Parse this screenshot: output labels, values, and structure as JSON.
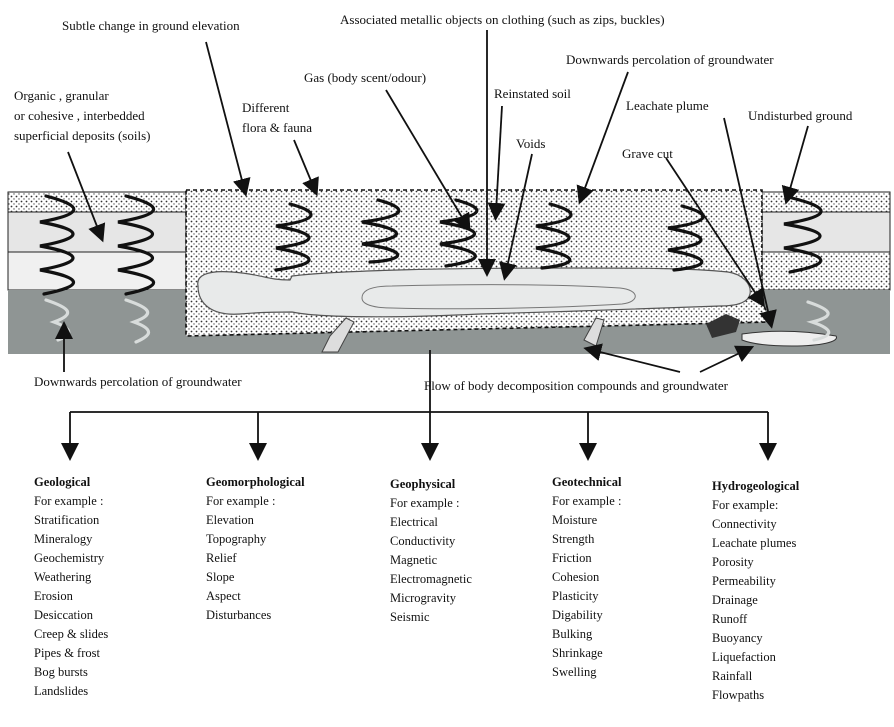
{
  "labels": {
    "ground_elevation": "Subtle change in ground elevation",
    "metallic_objects": "Associated metallic objects on clothing (such as zips, buckles)",
    "percolation_top": "Downwards percolation of groundwater",
    "organic_line1": "Organic , granular",
    "organic_line2": "or cohesive , interbedded",
    "organic_line3": "superficial deposits (soils)",
    "different_line1": "Different",
    "different_line2": "flora & fauna",
    "gas": "Gas (body scent/odour)",
    "reinstated": "Reinstated soil",
    "leachate": "Leachate plume",
    "undisturbed": "Undisturbed ground",
    "voids": "Voids",
    "grave_cut": "Grave cut",
    "percolation_bottom": "Downwards percolation of groundwater",
    "flow": "Flow of body decomposition compounds and groundwater"
  },
  "columns": [
    {
      "title": "Geological",
      "sub": "For example :",
      "items": [
        "Stratification",
        "Mineralogy",
        "Geochemistry",
        "Weathering",
        "Erosion",
        "Desiccation",
        "Creep & slides",
        "Pipes & frost",
        "Bog bursts",
        "Landslides"
      ]
    },
    {
      "title": "Geomorphological",
      "sub": "For example :",
      "items": [
        "Elevation",
        "Topography",
        "Relief",
        "Slope",
        "Aspect",
        "Disturbances"
      ]
    },
    {
      "title": "Geophysical",
      "sub": "For example :",
      "items": [
        "Electrical",
        "Conductivity",
        "Magnetic",
        "Electromagnetic",
        "Microgravity",
        "Seismic"
      ]
    },
    {
      "title": "Geotechnical",
      "sub": "For example :",
      "items": [
        "Moisture",
        "Strength",
        "Friction",
        "Cohesion",
        "Plasticity",
        "Digability",
        "Bulking",
        "Shrinkage",
        "Swelling"
      ]
    },
    {
      "title": "Hydrogeological",
      "sub": "For example:",
      "items": [
        "Connectivity",
        "Leachate plumes",
        "Porosity",
        "Permeability",
        "Drainage",
        "Runoff",
        "Buoyancy",
        "Liquefaction",
        "Rainfall",
        "Flowpaths"
      ]
    }
  ]
}
